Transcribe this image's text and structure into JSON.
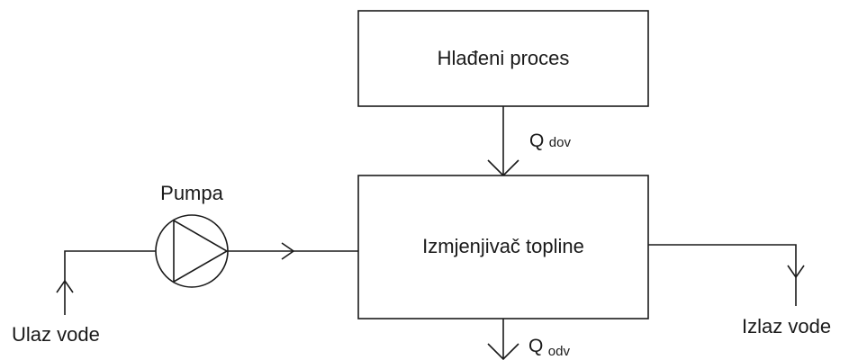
{
  "blocks": {
    "process": "Hlađeni proces",
    "exchanger": "Izmjenjivač topline"
  },
  "pump": {
    "label": "Pumpa"
  },
  "flows": {
    "heat_in": {
      "symbol": "Q",
      "subscript": "dov"
    },
    "heat_out": {
      "symbol": "Q",
      "subscript": "odv"
    }
  },
  "io": {
    "water_in": "Ulaz vode",
    "water_out": "Izlaz vode"
  },
  "colors": {
    "line": "#1a1a1a",
    "background": "#ffffff"
  }
}
